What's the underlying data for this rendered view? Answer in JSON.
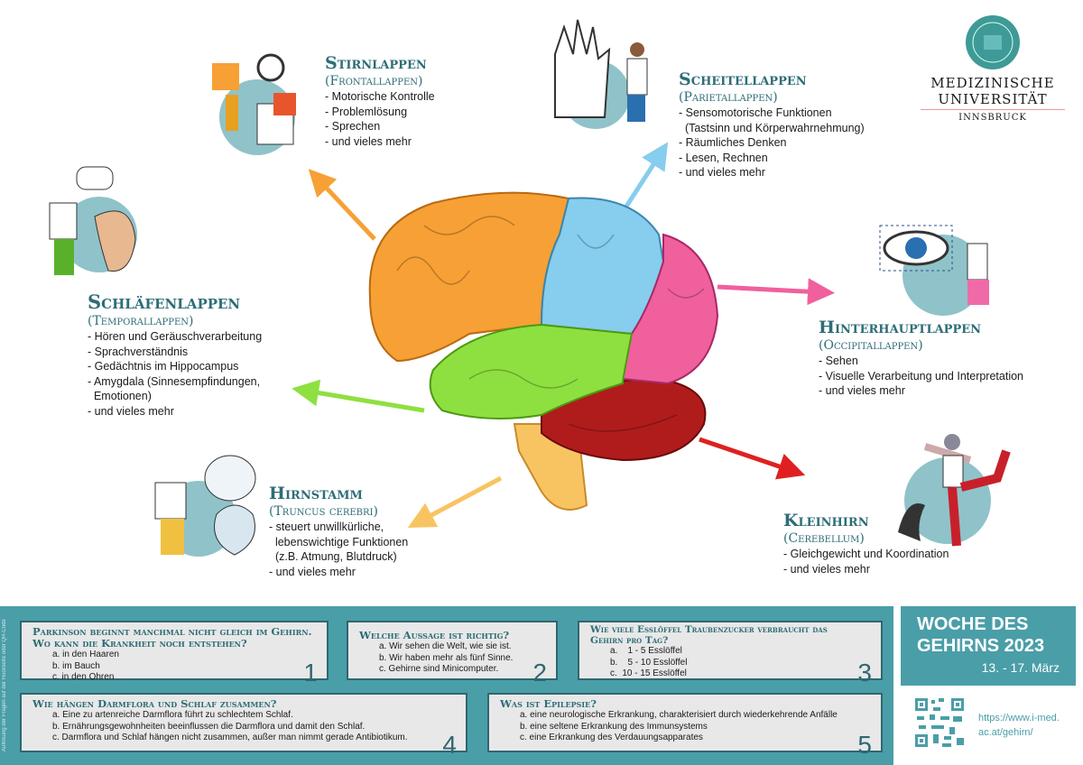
{
  "logo": {
    "line1": "MEDIZINISCHE",
    "line2": "UNIVERSITÄT",
    "line3": "INNSBRUCK"
  },
  "lobes": {
    "frontal": {
      "title": "Stirnlappen",
      "subtitle": "(Frontallappen)",
      "items": [
        "- Motorische Kontrolle",
        "- Problemlösung",
        "- Sprechen",
        "- und vieles mehr"
      ]
    },
    "parietal": {
      "title": "Scheitellappen",
      "subtitle": "(Parietallappen)",
      "items": [
        "- Sensomotorische Funktionen",
        "  (Tastsinn und Körperwahrnehmung)",
        "- Räumliches Denken",
        "- Lesen, Rechnen",
        "- und vieles mehr"
      ]
    },
    "temporal": {
      "title": "Schläfenlappen",
      "subtitle": "(Temporallappen)",
      "items": [
        "- Hören und Geräuschverarbeitung",
        "- Sprachverständnis",
        "- Gedächtnis im Hippocampus",
        "- Amygdala (Sinnesempfindungen,",
        "  Emotionen)",
        "- und vieles mehr"
      ]
    },
    "occipital": {
      "title": "Hinterhauptlappen",
      "subtitle": "(Occipitallappen)",
      "items": [
        "- Sehen",
        "- Visuelle Verarbeitung und Interpretation",
        "- und vieles mehr"
      ]
    },
    "brainstem": {
      "title": "Hirnstamm",
      "subtitle": "(Truncus cerebri)",
      "items": [
        "- steuert unwillkürliche,",
        "  lebenswichtige Funktionen",
        "  (z.B. Atmung, Blutdruck)",
        "- und vieles mehr"
      ]
    },
    "cerebellum": {
      "title": "Kleinhirn",
      "subtitle": "(Cerebellum)",
      "items": [
        "- Gleichgewicht und Koordination",
        "- und vieles mehr"
      ]
    }
  },
  "quiz": {
    "side_note": "Auflösung der Fragen auf der Rückseite oder QR-Code",
    "questions": [
      {
        "num": "1",
        "q": "Parkinson beginnt manchmal nicht gleich im Gehirn. Wo kann die Krankheit noch entstehen?",
        "a": [
          "a. in den Haaren",
          "b. im Bauch",
          "c. in den Ohren"
        ]
      },
      {
        "num": "2",
        "q": "Welche Aussage ist richtig?",
        "a": [
          "a. Wir sehen die Welt, wie sie ist.",
          "b. Wir haben mehr als fünf Sinne.",
          "c. Gehirne sind Minicomputer."
        ]
      },
      {
        "num": "3",
        "q": "Wie viele Esslöffel Traubenzucker verbraucht das Gehirn pro Tag?",
        "a": [
          "a.    1 - 5 Esslöffel",
          "b.    5 - 10 Esslöffel",
          "c.  10 - 15 Esslöffel"
        ]
      },
      {
        "num": "4",
        "q": "Wie hängen Darmflora und Schlaf zusammen?",
        "a": [
          "a. Eine zu artenreiche Darmflora führt zu schlechtem Schlaf.",
          "b. Ernährungsgewohnheiten beeinflussen die Darmflora und damit den Schlaf.",
          "c. Darmflora und Schlaf hängen nicht zusammen, außer man nimmt gerade Antibiotikum."
        ]
      },
      {
        "num": "5",
        "q": "Was ist Epilepsie?",
        "a": [
          "a. eine neurologische Erkrankung, charakterisiert durch wiederkehrende Anfälle",
          "b. eine seltene Erkrankung des Immunsystems",
          "c. eine Erkrankung des Verdauungsapparates"
        ]
      }
    ]
  },
  "event": {
    "title1": "WOCHE DES",
    "title2": "GEHIRNS 2023",
    "dates": "13. - 17. März",
    "url1": "https://www.i-med.",
    "url2": "ac.at/gehirn/"
  },
  "colors": {
    "teal": "#4a9ea8",
    "frontal": "#f7a035",
    "parietal": "#86cdee",
    "occipital": "#f0609c",
    "temporal": "#8ee040",
    "cerebellum": "#b01c1c",
    "brainstem": "#f8c462"
  }
}
